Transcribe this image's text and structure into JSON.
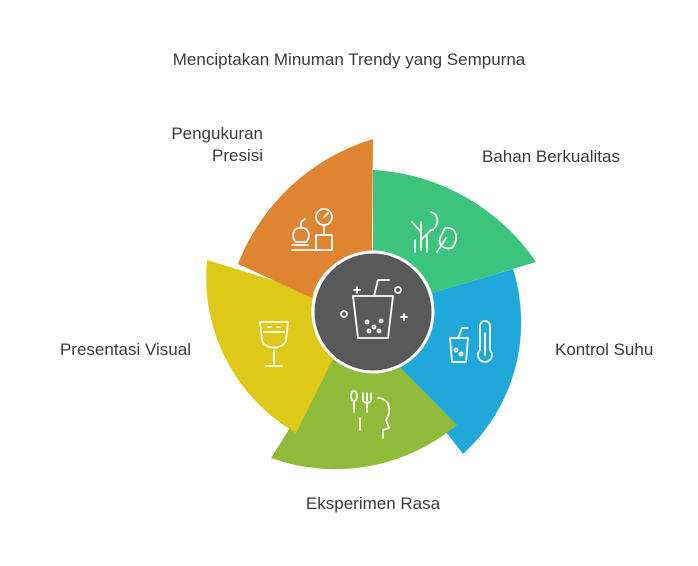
{
  "title": "Menciptakan Minuman Trendy yang Sempurna",
  "segments": [
    {
      "label": "Bahan Berkualitas",
      "color": "#3cc47c",
      "icon": "plant-leaf-icon"
    },
    {
      "label": "Kontrol Suhu",
      "color": "#1fa8d9",
      "icon": "thermometer-drink-icon"
    },
    {
      "label": "Eksperimen Rasa",
      "color": "#8fba3a",
      "icon": "taste-head-icon"
    },
    {
      "label": "Presentasi Visual",
      "color": "#dec818",
      "icon": "goblet-icon"
    },
    {
      "label": "Pengukuran Presisi",
      "label_lines": [
        "Pengukuran",
        "Presisi"
      ],
      "color": "#df8430",
      "icon": "scale-measure-icon"
    }
  ],
  "center": {
    "color": "#595959",
    "icon": "bubble-drink-icon"
  }
}
